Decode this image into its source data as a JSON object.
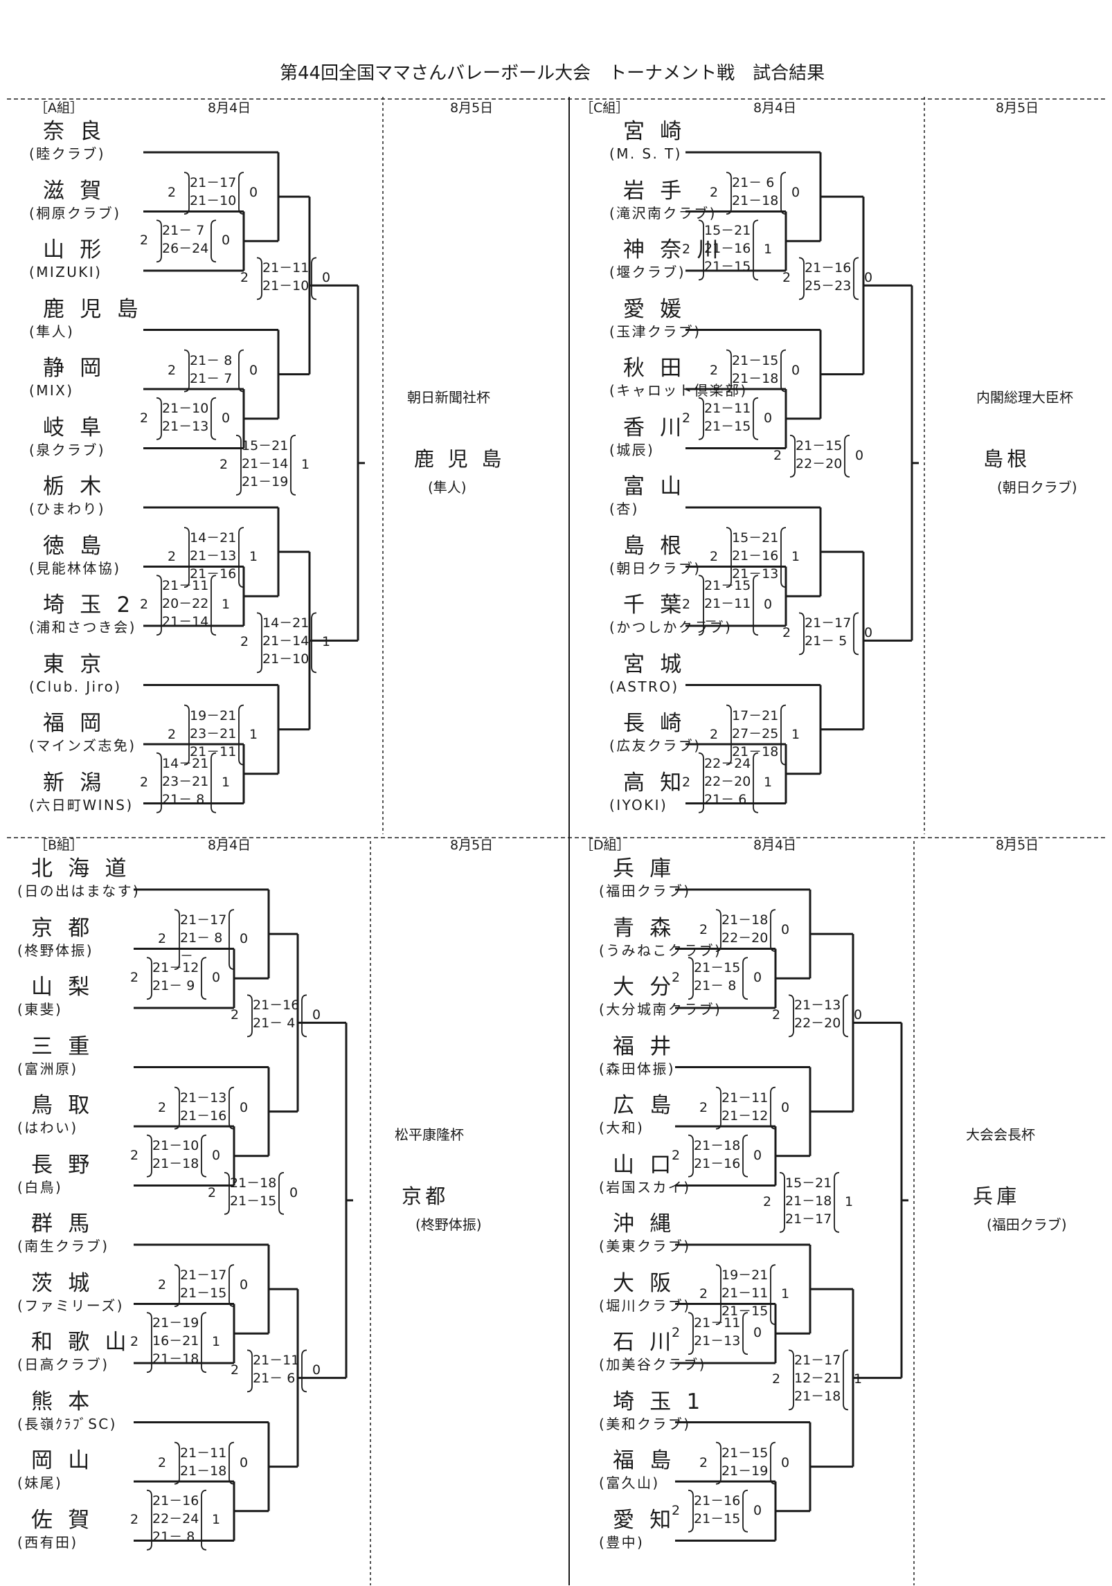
{
  "title": "第44回全国ママさんバレーボール大会　トーナメント戦　試合結果",
  "blocks": [
    {
      "group": "［A組］",
      "day1": "8月4日",
      "day2": "8月5日",
      "cup": "朝日新聞社杯",
      "winner": "鹿 児 島",
      "winner_club": "(隼人)",
      "teams": [
        {
          "p": "奈 良",
          "c": "(睦クラブ)"
        },
        {
          "p": "滋 賀",
          "c": "(桐原クラブ)"
        },
        {
          "p": "山 形",
          "c": "(MIZUKI)"
        },
        {
          "p": "鹿 児 島",
          "c": "(隼人)"
        },
        {
          "p": "静 岡",
          "c": "(MIX)"
        },
        {
          "p": "岐 阜",
          "c": "(泉クラブ)"
        },
        {
          "p": "栃 木",
          "c": "(ひまわり)"
        },
        {
          "p": "徳 島",
          "c": "(見能林体協)"
        },
        {
          "p": "埼 玉 2",
          "c": "(浦和さつき会)"
        },
        {
          "p": "東 京",
          "c": "(Club. Jiro)"
        },
        {
          "p": "福 岡",
          "c": "(マインズ志免)"
        },
        {
          "p": "新 潟",
          "c": "(六日町WINS)"
        }
      ],
      "scores": [
        {
          "l": "2",
          "r": "0",
          "sets": [
            "21－ 7",
            "26－24"
          ]
        },
        {
          "l": "2",
          "r": "0",
          "sets": [
            "21－17",
            "21－10"
          ]
        },
        {
          "l": "2",
          "r": "0",
          "sets": [
            "21－11",
            "21－10"
          ]
        },
        {
          "l": "2",
          "r": "0",
          "sets": [
            "21－10",
            "21－13"
          ]
        },
        {
          "l": "2",
          "r": "0",
          "sets": [
            "21－ 8",
            "21－ 7"
          ]
        },
        {
          "l": "2",
          "r": "1",
          "sets": [
            "21－11",
            "20－22",
            "21－14"
          ]
        },
        {
          "l": "2",
          "r": "1",
          "sets": [
            "14－21",
            "21－13",
            "21－16"
          ]
        },
        {
          "l": "2",
          "r": "1",
          "sets": [
            "14－21",
            "21－14",
            "21－10"
          ]
        },
        {
          "l": "2",
          "r": "1",
          "sets": [
            "14－21",
            "23－21",
            "21－ 8"
          ]
        },
        {
          "l": "2",
          "r": "1",
          "sets": [
            "19－21",
            "23－21",
            "21－11"
          ]
        },
        {
          "l": "2",
          "r": "1",
          "sets": [
            "15－21",
            "21－14",
            "21－19"
          ]
        }
      ]
    },
    {
      "group": "［C組］",
      "day1": "8月4日",
      "day2": "8月5日",
      "cup": "内閣総理大臣杯",
      "winner": "島根",
      "winner_club": "(朝日クラブ)",
      "teams": [
        {
          "p": "宮 崎",
          "c": "(M. S. T)"
        },
        {
          "p": "岩 手",
          "c": "(滝沢南クラブ)"
        },
        {
          "p": "神 奈 川",
          "c": "(堰クラブ)"
        },
        {
          "p": "愛 媛",
          "c": "(玉津クラブ)"
        },
        {
          "p": "秋 田",
          "c": "(キャロット倶楽部)"
        },
        {
          "p": "香 川",
          "c": "(城辰)"
        },
        {
          "p": "富 山",
          "c": "(杏)"
        },
        {
          "p": "島 根",
          "c": "(朝日クラブ)"
        },
        {
          "p": "千 葉",
          "c": "(かつしかクラブ)"
        },
        {
          "p": "宮 城",
          "c": "(ASTRO)"
        },
        {
          "p": "長 崎",
          "c": "(広友クラブ)"
        },
        {
          "p": "高 知",
          "c": "(IYOKI)"
        }
      ],
      "scores": [
        {
          "l": "2",
          "r": "1",
          "sets": [
            "15－21",
            "21－16",
            "21－15"
          ]
        },
        {
          "l": "2",
          "r": "0",
          "sets": [
            "21－ 6",
            "21－18"
          ]
        },
        {
          "l": "2",
          "r": "0",
          "sets": [
            "21－16",
            "25－23"
          ]
        },
        {
          "l": "2",
          "r": "0",
          "sets": [
            "21－11",
            "21－15"
          ]
        },
        {
          "l": "2",
          "r": "0",
          "sets": [
            "21－15",
            "21－18"
          ]
        },
        {
          "l": "2",
          "r": "0",
          "sets": [
            "21－15",
            "21－11",
            "－"
          ]
        },
        {
          "l": "2",
          "r": "1",
          "sets": [
            "15－21",
            "21－16",
            "21－13"
          ]
        },
        {
          "l": "2",
          "r": "0",
          "sets": [
            "21－17",
            "21－ 5"
          ]
        },
        {
          "l": "2",
          "r": "1",
          "sets": [
            "22－24",
            "22－20",
            "21－ 6"
          ]
        },
        {
          "l": "2",
          "r": "1",
          "sets": [
            "17－21",
            "27－25",
            "21－18"
          ]
        },
        {
          "l": "2",
          "r": "0",
          "sets": [
            "21－15",
            "22－20"
          ]
        }
      ]
    },
    {
      "group": "［B組］",
      "day1": "8月4日",
      "day2": "8月5日",
      "cup": "松平康隆杯",
      "winner": "京都",
      "winner_club": "(柊野体振)",
      "teams": [
        {
          "p": "北 海 道",
          "c": "(日の出はまなす)"
        },
        {
          "p": "京 都",
          "c": "(柊野体振)"
        },
        {
          "p": "山 梨",
          "c": "(東斐)"
        },
        {
          "p": "三 重",
          "c": "(富洲原)"
        },
        {
          "p": "鳥 取",
          "c": "(はわい)"
        },
        {
          "p": "長 野",
          "c": "(白鳥)"
        },
        {
          "p": "群 馬",
          "c": "(南生クラブ)"
        },
        {
          "p": "茨 城",
          "c": "(ファミリーズ)"
        },
        {
          "p": "和 歌 山",
          "c": "(日高クラブ)"
        },
        {
          "p": "熊 本",
          "c": "(長嶺ｸﾗﾌﾞSC)"
        },
        {
          "p": "岡 山",
          "c": "(妹尾)"
        },
        {
          "p": "佐 賀",
          "c": "(西有田)"
        }
      ],
      "scores": [
        {
          "l": "2",
          "r": "0",
          "sets": [
            "21－12",
            "21－ 9"
          ]
        },
        {
          "l": "2",
          "r": "0",
          "sets": [
            "21－17",
            "21－ 8",
            "－"
          ]
        },
        {
          "l": "2",
          "r": "0",
          "sets": [
            "21－16",
            "21－ 4"
          ]
        },
        {
          "l": "2",
          "r": "0",
          "sets": [
            "21－10",
            "21－18"
          ]
        },
        {
          "l": "2",
          "r": "0",
          "sets": [
            "21－13",
            "21－16"
          ]
        },
        {
          "l": "2",
          "r": "1",
          "sets": [
            "21－19",
            "16－21",
            "21－18"
          ]
        },
        {
          "l": "2",
          "r": "0",
          "sets": [
            "21－17",
            "21－15"
          ]
        },
        {
          "l": "2",
          "r": "0",
          "sets": [
            "21－11",
            "21－ 6"
          ]
        },
        {
          "l": "2",
          "r": "1",
          "sets": [
            "21－16",
            "22－24",
            "21－ 8"
          ]
        },
        {
          "l": "2",
          "r": "0",
          "sets": [
            "21－11",
            "21－18"
          ]
        },
        {
          "l": "2",
          "r": "0",
          "sets": [
            "21－18",
            "21－15"
          ]
        }
      ]
    },
    {
      "group": "［D組］",
      "day1": "8月4日",
      "day2": "8月5日",
      "cup": "大会会長杯",
      "winner": "兵庫",
      "winner_club": "(福田クラブ)",
      "teams": [
        {
          "p": "兵 庫",
          "c": "(福田クラブ)"
        },
        {
          "p": "青 森",
          "c": "(うみねこクラブ)"
        },
        {
          "p": "大 分",
          "c": "(大分城南クラブ)"
        },
        {
          "p": "福 井",
          "c": "(森田体振)"
        },
        {
          "p": "広 島",
          "c": "(大和)"
        },
        {
          "p": "山 口",
          "c": "(岩国スカイ)"
        },
        {
          "p": "沖 縄",
          "c": "(美東クラブ)"
        },
        {
          "p": "大 阪",
          "c": "(堀川クラブ)"
        },
        {
          "p": "石 川",
          "c": "(加美谷クラブ)"
        },
        {
          "p": "埼 玉 1",
          "c": "(美和クラブ)"
        },
        {
          "p": "福 島",
          "c": "(富久山)"
        },
        {
          "p": "愛 知",
          "c": "(豊中)"
        }
      ],
      "scores": [
        {
          "l": "2",
          "r": "0",
          "sets": [
            "21－15",
            "21－ 8"
          ]
        },
        {
          "l": "2",
          "r": "0",
          "sets": [
            "21－18",
            "22－20"
          ]
        },
        {
          "l": "2",
          "r": "0",
          "sets": [
            "21－13",
            "22－20"
          ]
        },
        {
          "l": "2",
          "r": "0",
          "sets": [
            "21－18",
            "21－16"
          ]
        },
        {
          "l": "2",
          "r": "0",
          "sets": [
            "21－11",
            "21－12"
          ]
        },
        {
          "l": "2",
          "r": "0",
          "sets": [
            "21－11",
            "21－13"
          ]
        },
        {
          "l": "2",
          "r": "1",
          "sets": [
            "19－21",
            "21－11",
            "21－15"
          ]
        },
        {
          "l": "2",
          "r": "1",
          "sets": [
            "21－17",
            "12－21",
            "21－18"
          ]
        },
        {
          "l": "2",
          "r": "0",
          "sets": [
            "21－16",
            "21－15"
          ]
        },
        {
          "l": "2",
          "r": "0",
          "sets": [
            "21－15",
            "21－19"
          ]
        },
        {
          "l": "2",
          "r": "1",
          "sets": [
            "15－21",
            "21－18",
            "21－17"
          ]
        }
      ]
    }
  ]
}
